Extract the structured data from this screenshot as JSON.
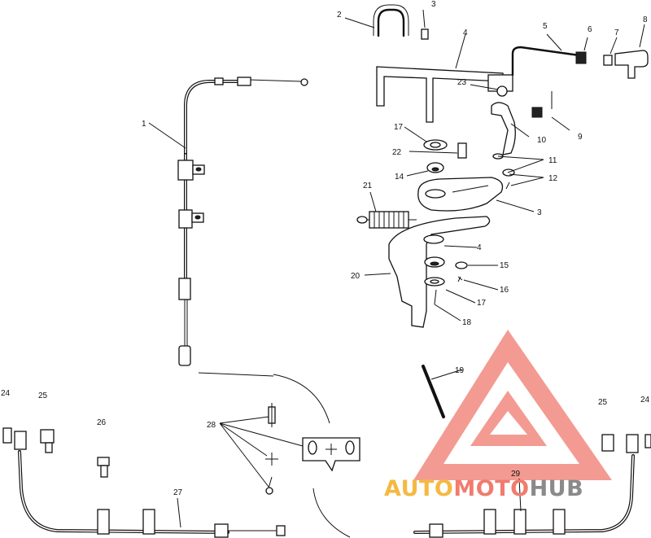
{
  "diagram": {
    "callouts": [
      {
        "id": "c1",
        "text": "1"
      },
      {
        "id": "c2",
        "text": "2"
      },
      {
        "id": "c3a",
        "text": "3"
      },
      {
        "id": "c4a",
        "text": "4"
      },
      {
        "id": "c5",
        "text": "5"
      },
      {
        "id": "c6",
        "text": "6"
      },
      {
        "id": "c7",
        "text": "7"
      },
      {
        "id": "c8",
        "text": "8"
      },
      {
        "id": "c23",
        "text": "23"
      },
      {
        "id": "c9",
        "text": "9"
      },
      {
        "id": "c10",
        "text": "10"
      },
      {
        "id": "c17a",
        "text": "17"
      },
      {
        "id": "c22",
        "text": "22"
      },
      {
        "id": "c11",
        "text": "11"
      },
      {
        "id": "c14",
        "text": "14"
      },
      {
        "id": "c12",
        "text": "12"
      },
      {
        "id": "c21",
        "text": "21"
      },
      {
        "id": "c3b",
        "text": "3"
      },
      {
        "id": "c4b",
        "text": "4"
      },
      {
        "id": "c15",
        "text": "15"
      },
      {
        "id": "c20",
        "text": "20"
      },
      {
        "id": "c16",
        "text": "16"
      },
      {
        "id": "c17b",
        "text": "17"
      },
      {
        "id": "c18",
        "text": "18"
      },
      {
        "id": "c19",
        "text": "19"
      },
      {
        "id": "c24a",
        "text": "24"
      },
      {
        "id": "c25a",
        "text": "25"
      },
      {
        "id": "c26",
        "text": "26"
      },
      {
        "id": "c28",
        "text": "28"
      },
      {
        "id": "c27",
        "text": "27"
      },
      {
        "id": "c25b",
        "text": "25"
      },
      {
        "id": "c24b",
        "text": "24"
      },
      {
        "id": "c29",
        "text": "29"
      }
    ]
  },
  "watermark": {
    "brand_part1": "AUTO",
    "brand_part2": "MOTO",
    "brand_part3": "HUB",
    "colors": {
      "auto": "#f5b942",
      "moto": "#f07c6e",
      "hub": "#8a8a8a",
      "logo": "#f28a80"
    }
  }
}
